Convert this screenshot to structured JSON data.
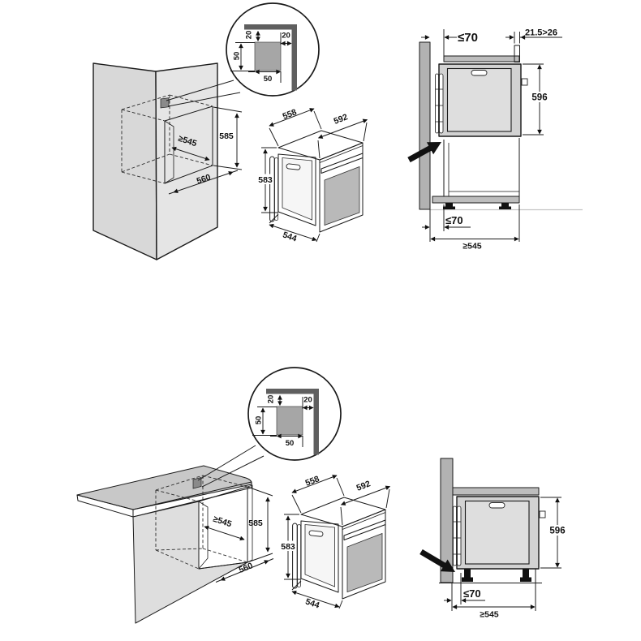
{
  "document": {
    "type": "oven-built-in-installation-diagram",
    "background": "#ffffff"
  },
  "colors": {
    "wall": "#b2b2b2",
    "cabinet_panel": "#bdbdbd",
    "face_light": "#e5e5e5",
    "face_dark": "#d8d8d8",
    "worktop": "#c8c8c8",
    "end_panel": "#dedede",
    "door_window": "#b9b9b9",
    "detail_square": "#a6a6a6",
    "corner_trim": "#5f5f5f",
    "vent_square": "#8a8a8a",
    "oven_body": "#d2d2d2",
    "oven_door": "#dedede",
    "floor_line": "#c4c4c4",
    "line": "#1a1a1a"
  },
  "sections": {
    "top": {
      "name": "column-installation",
      "detail": {
        "gap_top": "20",
        "gap_side": "20",
        "square_height": "50",
        "square_width": "50"
      },
      "niche": {
        "depth": "≥545",
        "height": "585",
        "width": "560"
      },
      "oven": {
        "depth": "558",
        "width": "592",
        "height": "583",
        "front_width": "544"
      },
      "side": {
        "clearance_top": "≤70",
        "trim_gap": "21.5>26",
        "oven_height": "596",
        "clearance_bottom": "≤70",
        "min_depth": "≥545"
      }
    },
    "bottom": {
      "name": "undercounter-installation",
      "detail": {
        "gap_top": "20",
        "gap_side": "20",
        "square_height": "50",
        "square_width": "50"
      },
      "niche": {
        "depth": "≥545",
        "height": "585",
        "width": "560"
      },
      "oven": {
        "depth": "558",
        "width": "592",
        "height": "583",
        "front_width": "544"
      },
      "side": {
        "oven_height": "596",
        "clearance_bottom": "≤70",
        "min_depth": "≥545"
      }
    }
  }
}
